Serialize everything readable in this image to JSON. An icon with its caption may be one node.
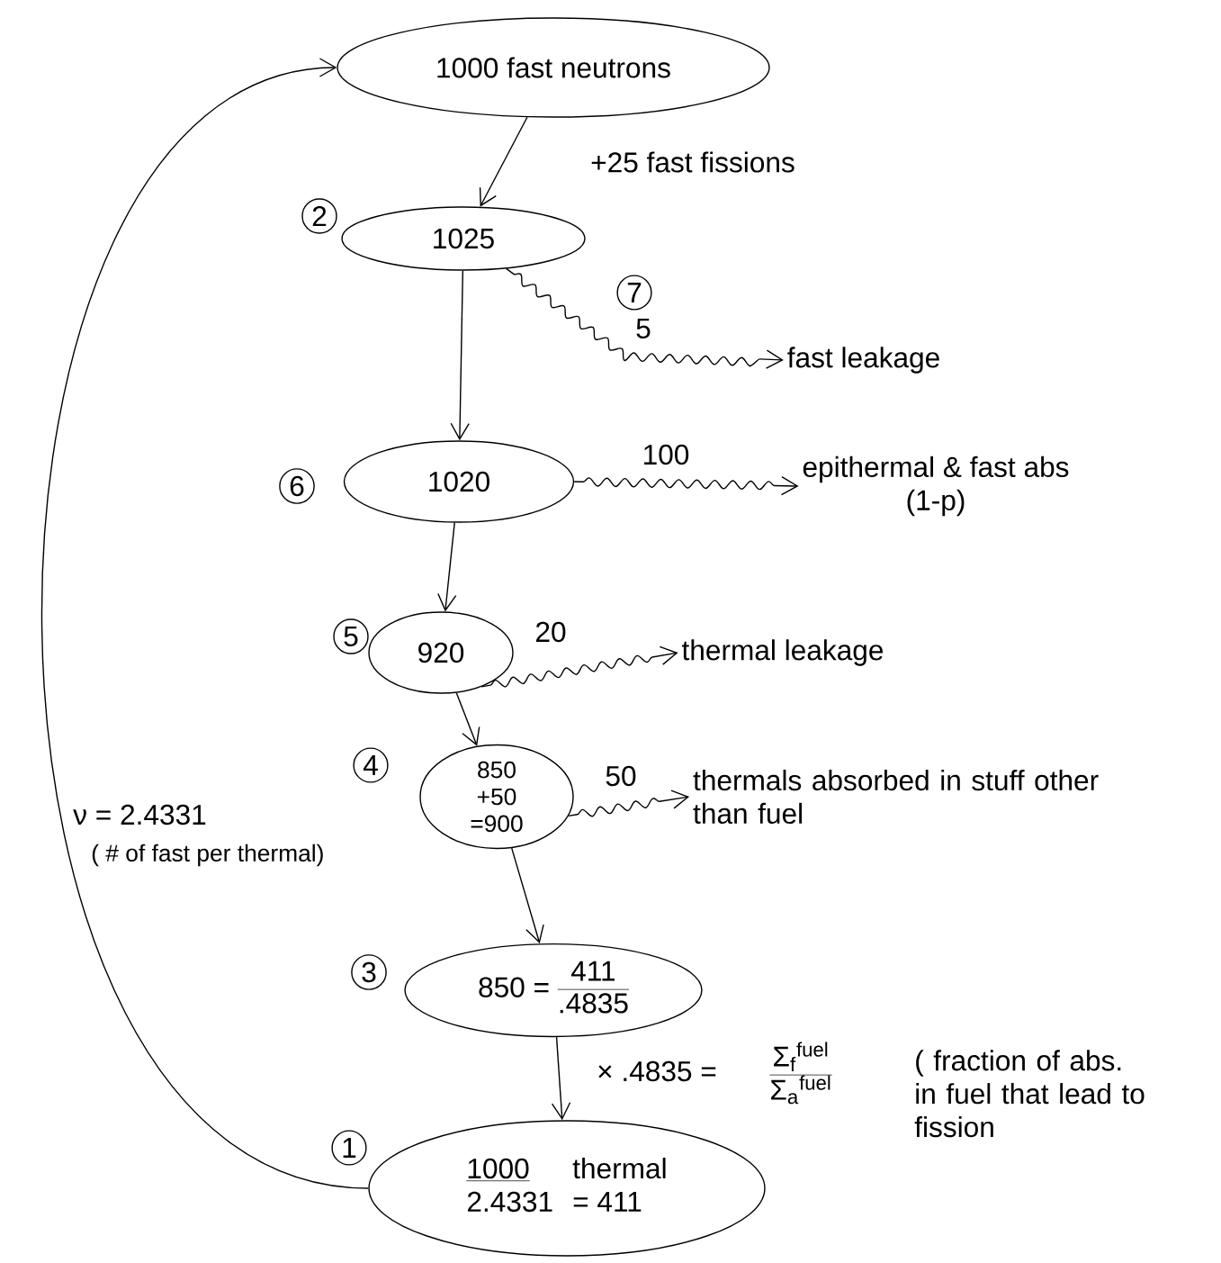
{
  "diagram": {
    "nodes": [
      {
        "text": [
          "1000 fast neutrons"
        ]
      },
      {
        "text": [
          "1025"
        ],
        "beside": [
          "2"
        ]
      },
      {
        "text": [
          "fast leakage"
        ]
      },
      {
        "text": [
          "1020"
        ],
        "beside": [
          "6"
        ]
      },
      {
        "text": [
          "epithermal & fast abs",
          "(1-p)"
        ]
      },
      {
        "text": [
          "920"
        ],
        "beside": [
          "5"
        ]
      },
      {
        "text": [
          "thermal leakage"
        ]
      },
      {
        "text": [
          "850 +50 =900"
        ],
        "beside": [
          "4"
        ]
      },
      {
        "text": [
          "thermals absorbed in stuff other than fuel"
        ]
      },
      {
        "text": [
          "850 =",
          "411",
          ".4835"
        ],
        "beside": [
          "3"
        ]
      },
      {
        "text": [
          "1000",
          "thermal",
          "2.4331",
          "= 411"
        ],
        "beside": [
          "1"
        ]
      }
    ],
    "edges": [
      {
        "from": 0,
        "to": 1,
        "arrow": "to",
        "label": "+25 fast fissions"
      },
      {
        "from": 1,
        "to": 2,
        "arrow": "to",
        "label": "5"
      },
      {
        "from": 1,
        "to": 3,
        "arrow": "to"
      },
      {
        "from": 3,
        "to": 4,
        "arrow": "to",
        "label": "100"
      },
      {
        "from": 3,
        "to": 5,
        "arrow": "to"
      },
      {
        "from": 5,
        "to": 6,
        "arrow": "to",
        "label": "20"
      },
      {
        "from": 5,
        "to": 7,
        "arrow": "to"
      },
      {
        "from": 7,
        "to": 8,
        "arrow": "to",
        "label": "50"
      },
      {
        "from": 7,
        "to": 9,
        "arrow": "to"
      },
      {
        "from": 9,
        "to": 10,
        "arrow": "to",
        "label": "× .4835 ="
      },
      {
        "from": 10,
        "to": 0,
        "arrow": "to"
      }
    ],
    "labels": [
      "7",
      "ν = 2.4331",
      "( # of fast per thermal)",
      "Σ$_{f}$$^{fuel}$",
      "Σ$_{a}$$^{fuel}$",
      "( fraction of abs. in fuel that lead to fission"
    ]
  }
}
